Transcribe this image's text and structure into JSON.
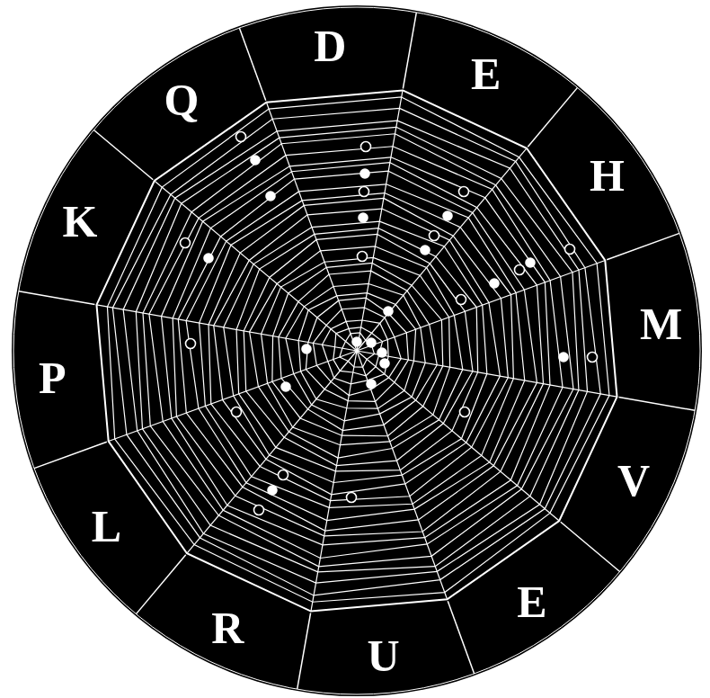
{
  "diagram": {
    "labels": [
      "D",
      "E",
      "H",
      "M",
      "V",
      "E",
      "U",
      "R",
      "L",
      "P",
      "K",
      "Q"
    ]
  }
}
